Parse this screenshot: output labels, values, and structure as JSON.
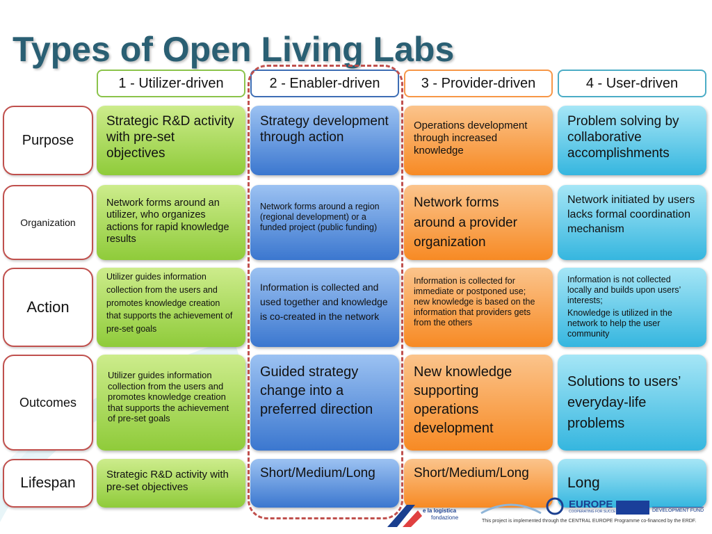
{
  "title": "Types of Open Living Labs",
  "columns": [
    {
      "label": "1 - Utilizer-driven",
      "border_color": "#8bc34a"
    },
    {
      "label": "2 - Enabler-driven",
      "border_color": "#3d6db4"
    },
    {
      "label": "3 - Provider-driven",
      "border_color": "#f79646"
    },
    {
      "label": "4 - User-driven",
      "border_color": "#4bacc6"
    }
  ],
  "rows": [
    {
      "label": "Purpose",
      "cells": [
        "Strategic R&D activity with pre-set objectives",
        "Strategy development through action",
        "Operations development through increased knowledge",
        "Problem solving by collaborative accomplishments"
      ]
    },
    {
      "label": "Organization",
      "cells": [
        "Network forms around an utilizer, who organizes actions for rapid knowledge results",
        "Network forms around a region (regional development) or a funded project (public funding)",
        "Network forms around a provider organization",
        "Network initiated by users lacks formal coordination mechanism"
      ]
    },
    {
      "label": "Action",
      "cells": [
        "Utilizer guides information collection from the users and promotes knowledge creation that supports the achievement of pre-set goals",
        "Information is collected and used together and knowledge is co-created in the network",
        "Information is collected for immediate or postponed use; new knowledge is based on the information that providers gets from the others",
        "Information is not collected locally and builds upon users’ interests;",
        "Knowledge is utilized in the network to help the user community"
      ]
    },
    {
      "label": "Outcomes",
      "cells": [
        "Utilizer guides information collection from the users and promotes knowledge creation that supports the achievement of pre-set goals",
        "Guided strategy change into a preferred direction",
        "New knowledge supporting operations development",
        "Solutions to users’ everyday-life problems"
      ]
    },
    {
      "label": "Lifespan",
      "cells": [
        "Strategic R&D activity with pre-set objectives",
        "Short/Medium/Long",
        "Short/Medium/Long",
        "Long"
      ]
    }
  ],
  "footer": {
    "logo_line1": "e la logistica",
    "logo_line2": "fondazione",
    "ce_title": "EUROPE",
    "ce_sub": "COOPERATING FOR SUCCESS.",
    "erdf": "DEVELOPMENT FUND",
    "note": "This project is implemented through the CENTRAL EUROPE Programme co-financed by the ERDF."
  },
  "colors": {
    "title": "#2a5f73",
    "row_border": "#c0504d",
    "dashed_highlight": "#c0504d"
  }
}
